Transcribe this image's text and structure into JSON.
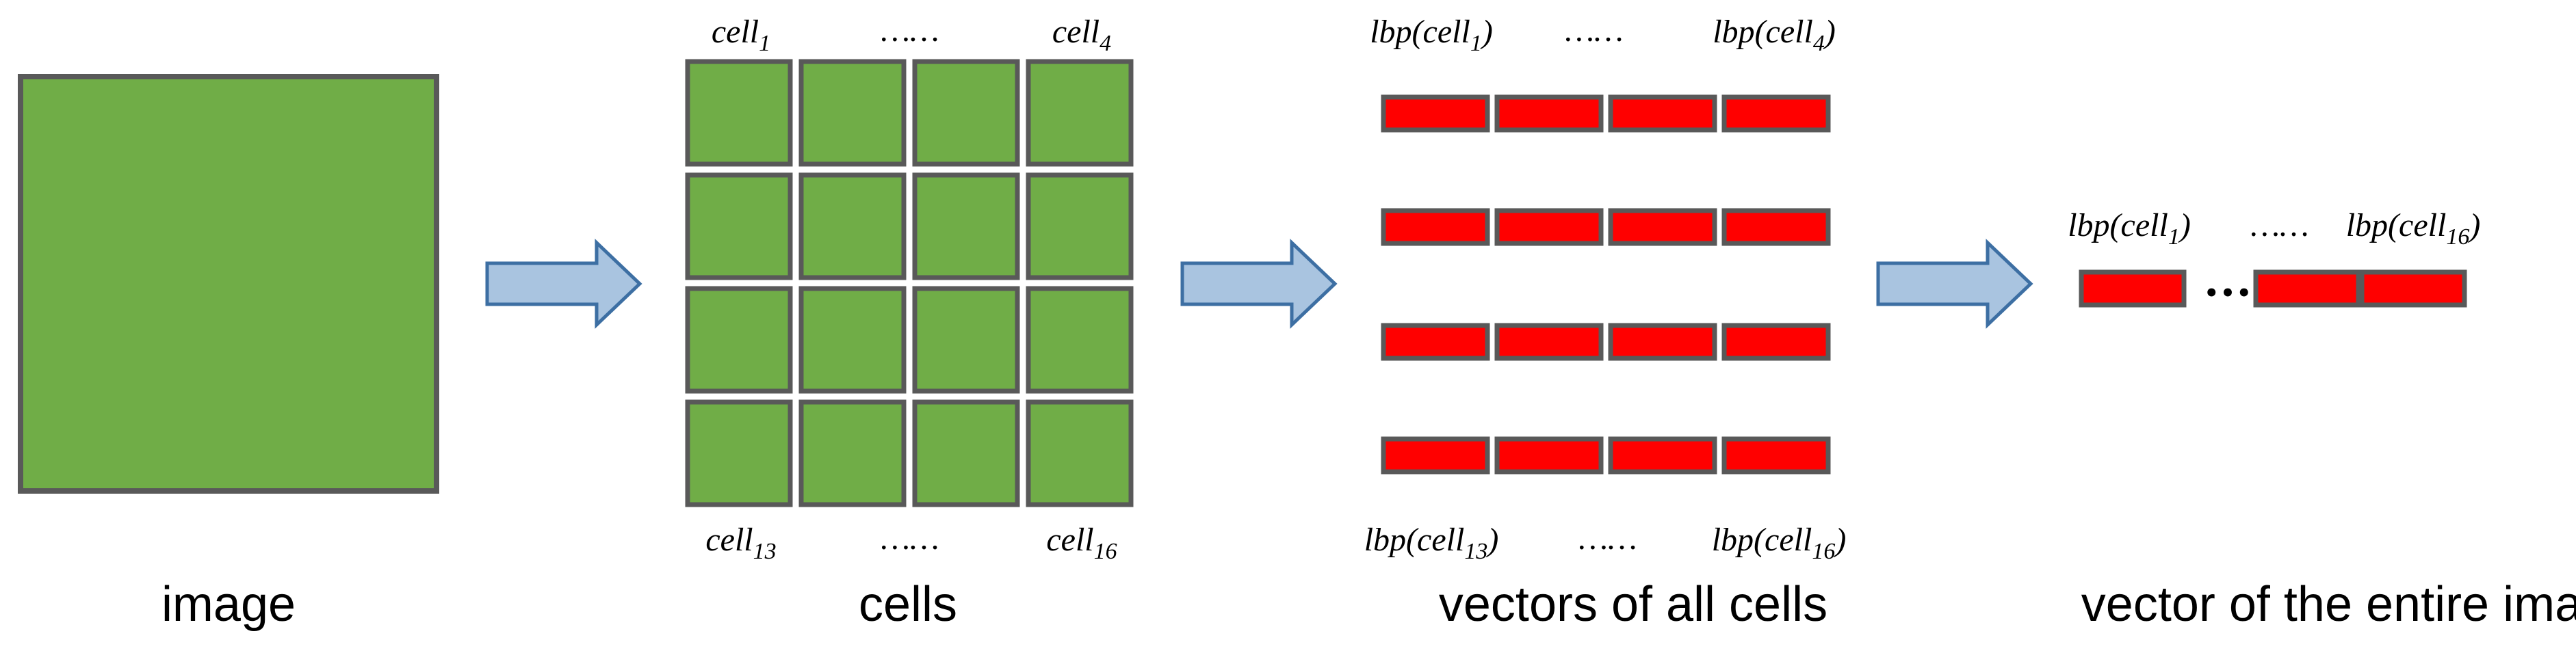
{
  "colors": {
    "cell_fill": "#70ad47",
    "cell_stroke": "#595959",
    "vector_fill": "#ff0000",
    "vector_stroke": "#595959",
    "arrow_fill": "#a9c4e0",
    "arrow_stroke": "#3d6fa3"
  },
  "icons": {
    "arrow": "right-arrow-icon"
  },
  "captions": {
    "image": "image",
    "cells": "cells",
    "vectors": "vectors of all cells",
    "entire": "vector of the entire image"
  },
  "cells_panel": {
    "top_left": {
      "base": "cell",
      "sub": "1"
    },
    "top_ellipsis": "……",
    "top_right": {
      "base": "cell",
      "sub": "4"
    },
    "bottom_left": {
      "base": "cell",
      "sub": "13"
    },
    "bottom_ellipsis": "……",
    "bottom_right": {
      "base": "cell",
      "sub": "16"
    }
  },
  "vectors_panel": {
    "top_left": {
      "base": "lbp(cell",
      "sub": "1",
      "close": ")"
    },
    "top_ellipsis": "……",
    "top_right": {
      "base": "lbp(cell",
      "sub": "4",
      "close": ")"
    },
    "bottom_left": {
      "base": "lbp(cell",
      "sub": "13",
      "close": ")"
    },
    "bottom_ellipsis": "……",
    "bottom_right": {
      "base": "lbp(cell",
      "sub": "16",
      "close": ")"
    }
  },
  "entire_panel": {
    "left": {
      "base": "lbp(cell",
      "sub": "1",
      "close": ")"
    },
    "ellipsis": "……",
    "right": {
      "base": "lbp(cell",
      "sub": "16",
      "close": ")"
    },
    "gap_dots": "•••"
  }
}
